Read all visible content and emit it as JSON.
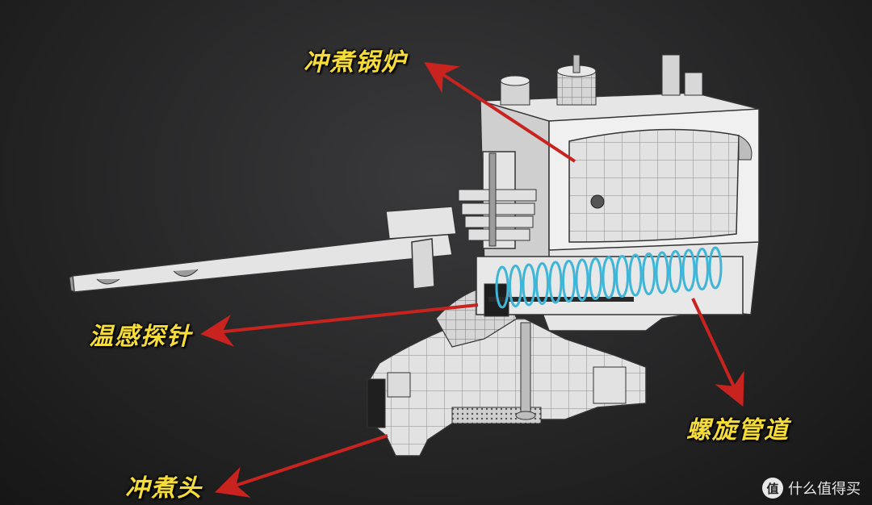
{
  "labels": {
    "boiler": "冲煮锅炉",
    "probe": "温感探针",
    "coil": "螺旋管道",
    "head": "冲煮头"
  },
  "watermark": {
    "icon_text": "值",
    "text": "什么值得买"
  },
  "colors": {
    "label_text": "#f6dc3a",
    "arrow": "#c8231f",
    "coil": "#3fb6d8",
    "model_face": "#dcdcdc",
    "background": "#262627"
  },
  "icons": [
    "watermark-logo-icon"
  ]
}
